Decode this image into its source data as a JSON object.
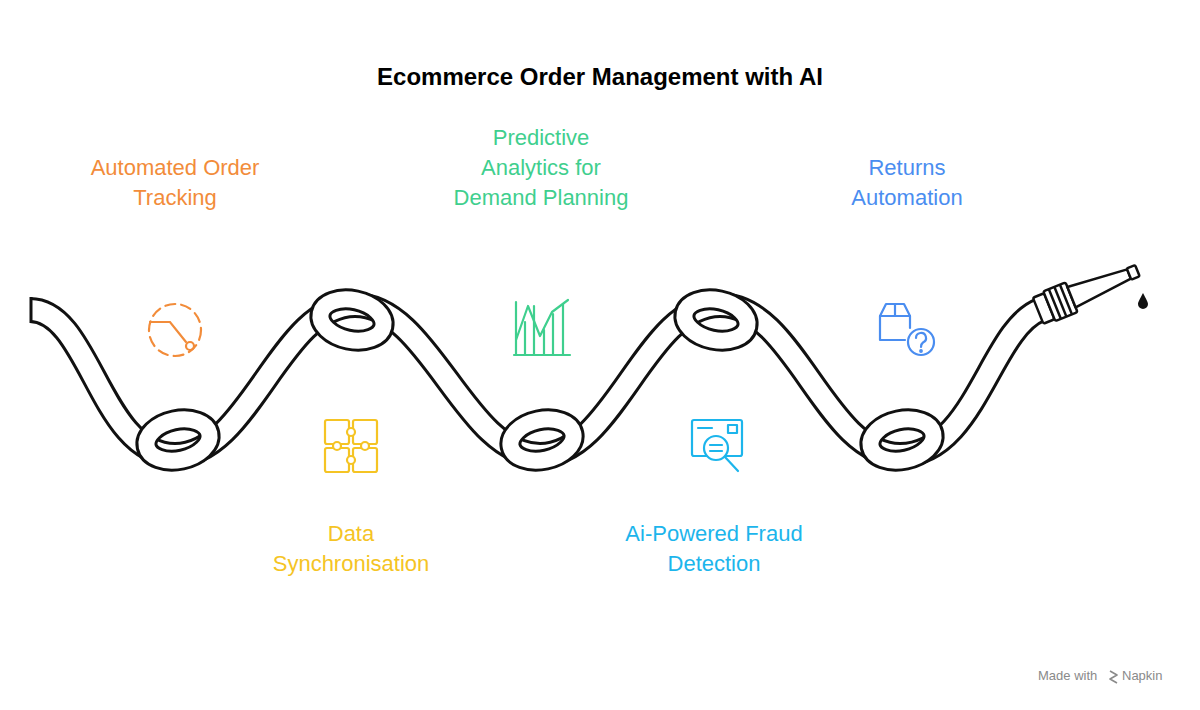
{
  "diagram": {
    "title": "Ecommerce Order Management with AI",
    "labels": [
      "Automated Order Tracking",
      "Predictive Analytics for Demand Planning",
      "Returns Automation",
      "Data Synchronisation",
      "Ai-Powered Fraud Detection",
      "Made with",
      "Napkin"
    ]
  }
}
